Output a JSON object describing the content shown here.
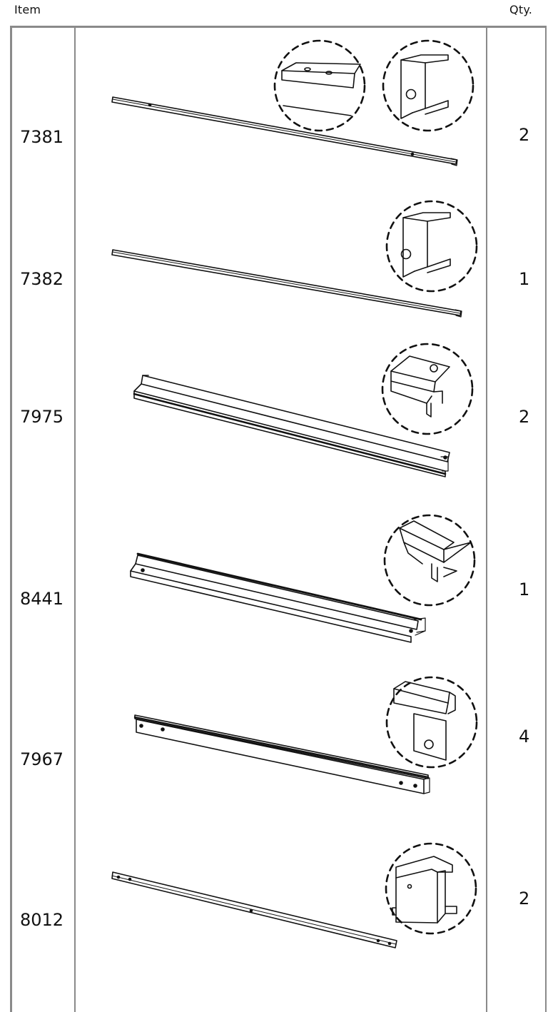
{
  "header": {
    "item_label": "Item",
    "qty_label": "Qty."
  },
  "rows": [
    {
      "item": "7381",
      "qty": "2"
    },
    {
      "item": "7382",
      "qty": "1"
    },
    {
      "item": "7975",
      "qty": "2"
    },
    {
      "item": "8441",
      "qty": "1"
    },
    {
      "item": "7967",
      "qty": "4"
    },
    {
      "item": "8012",
      "qty": "2"
    }
  ]
}
